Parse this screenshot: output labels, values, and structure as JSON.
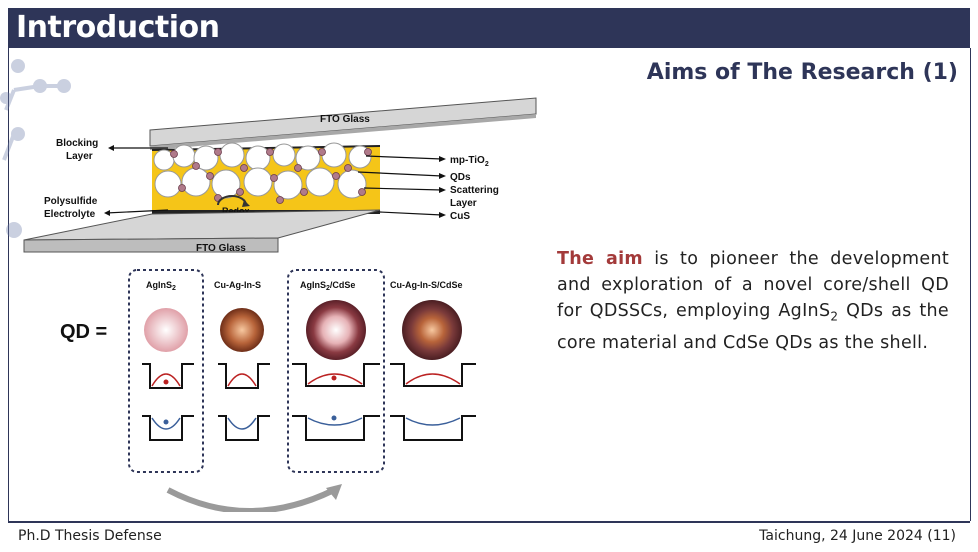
{
  "header": {
    "title": "Introduction"
  },
  "slide": {
    "subtitle": "Aims of The Research (1)"
  },
  "diagram": {
    "cell_labels": {
      "fto_top": "FTO Glass",
      "fto_bottom": "FTO Glass",
      "blocking_line1": "Blocking",
      "blocking_line2": "Layer",
      "poly_line1": "Polysulfide",
      "poly_line2": "Electrolyte",
      "mp_tio2": "mp-TiO",
      "mp_tio2_sub": "2",
      "qds": "QDs",
      "scattering1": "Scattering",
      "scattering2": "Layer",
      "cus": "CuS",
      "redox": "Redox"
    },
    "qd_label": "QD =",
    "qd_types": [
      {
        "name": "AgInS",
        "sub": "2",
        "suffix": ""
      },
      {
        "name": "Cu-Ag-In-S",
        "sub": "",
        "suffix": ""
      },
      {
        "name": "AgInS",
        "sub": "2",
        "suffix": "/CdSe"
      },
      {
        "name": "Cu-Ag-In-S/CdSe",
        "sub": "",
        "suffix": ""
      }
    ]
  },
  "aim": {
    "highlight": "The aim",
    "text_before_sub": " is to pioneer the development and exploration of a novel core/shell QD for QDSSCs, employing AgInS",
    "sub": "2",
    "text_after_sub": " QDs as the core material and CdSe QDs as the shell."
  },
  "footer": {
    "left": "Ph.D Thesis Defense",
    "right": "Taichung, 24 June 2024 (11)"
  },
  "colors": {
    "navy": "#2e3558",
    "accent_red": "#a33a3a",
    "electrolyte_yellow": "#f5c518"
  }
}
